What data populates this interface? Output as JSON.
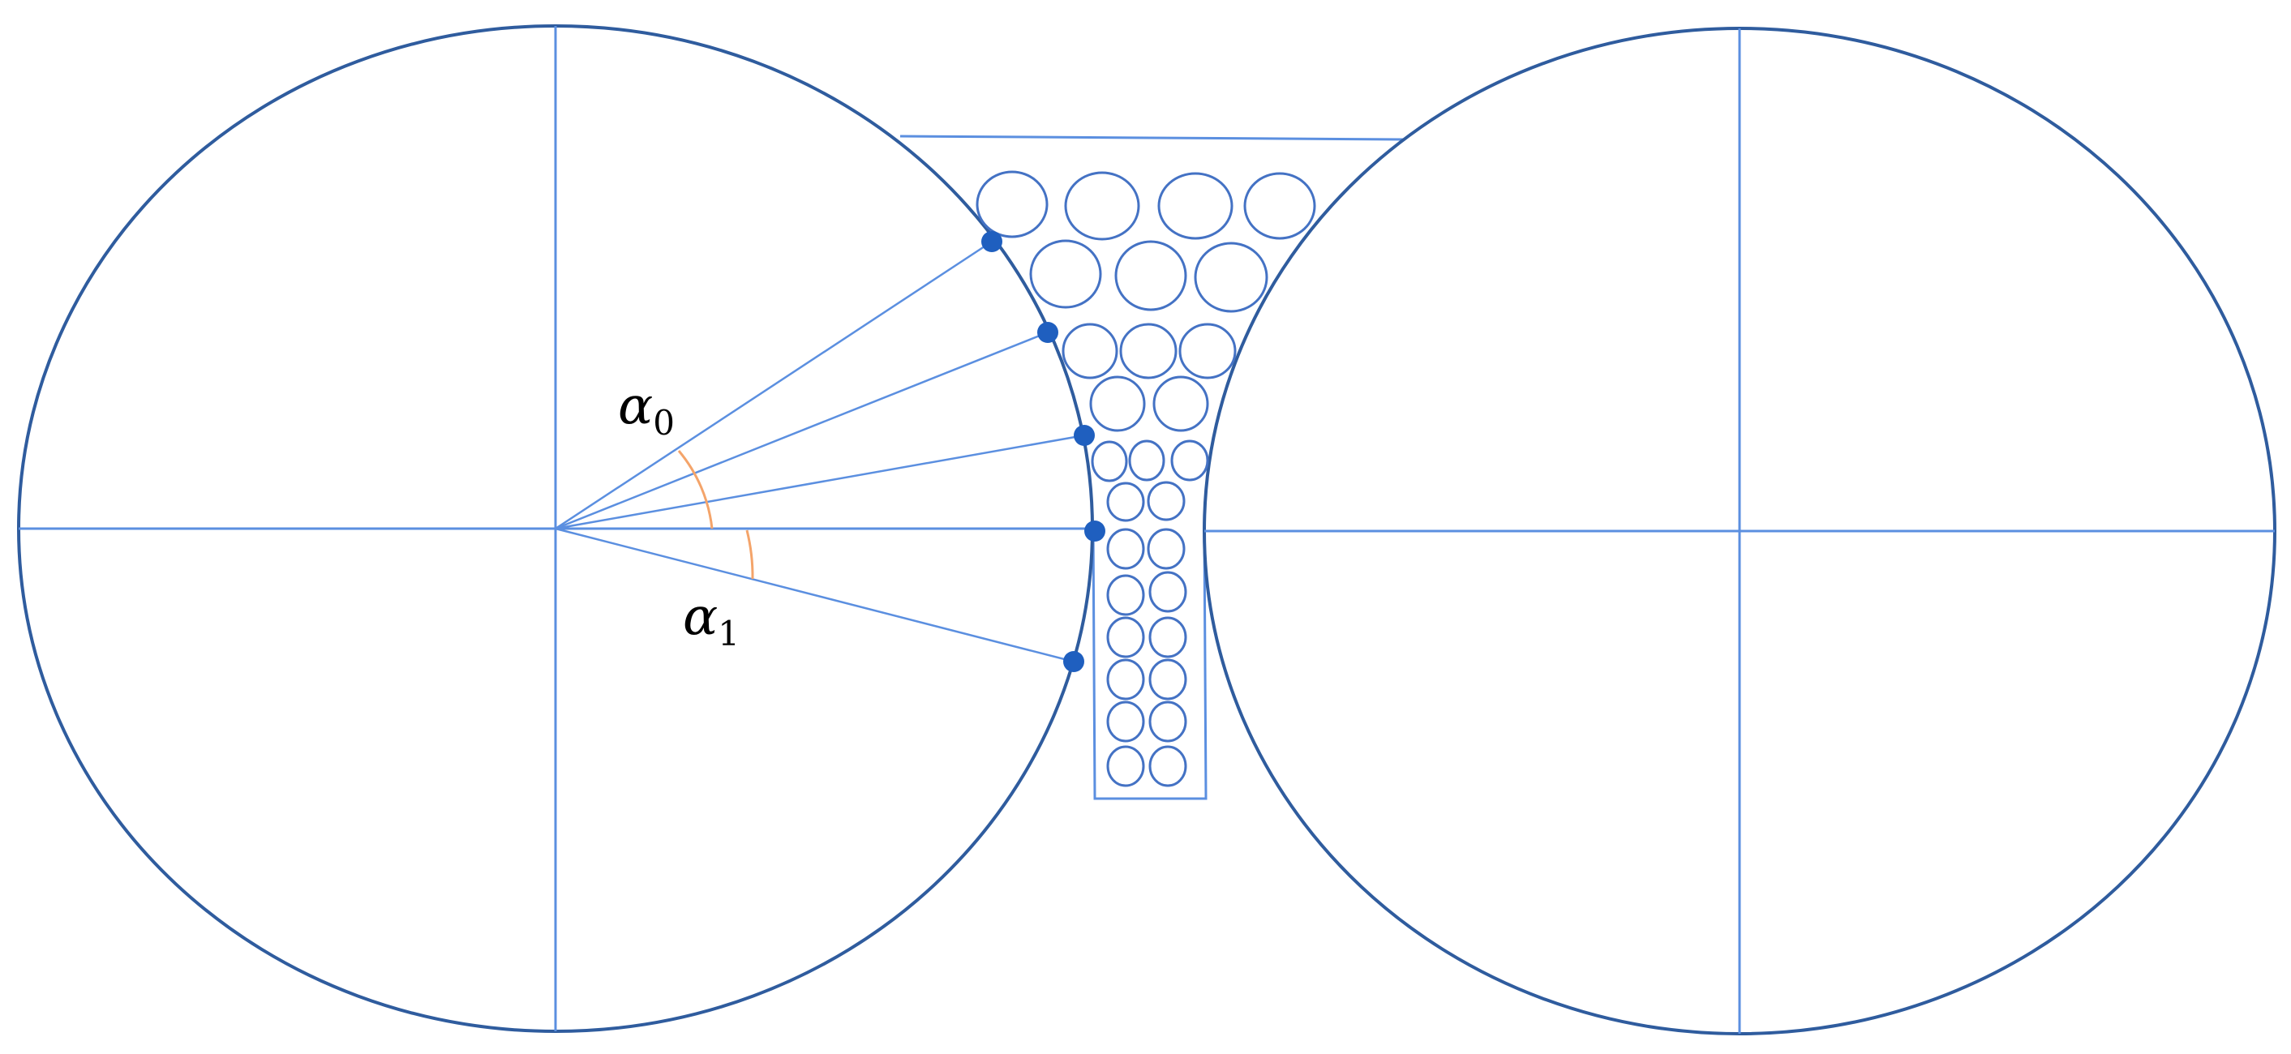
{
  "labels": {
    "alpha0": {
      "symbol": "α",
      "subscript": "0"
    },
    "alpha1": {
      "symbol": "α",
      "subscript": "1"
    }
  },
  "colors": {
    "outline": "#2F5C9E",
    "guide_line": "#5B8FE0",
    "particle": "#4472C4",
    "contact_point": "#1F5FBF",
    "angle_arc": "#F4A46A",
    "background": "#FFFFFF"
  }
}
